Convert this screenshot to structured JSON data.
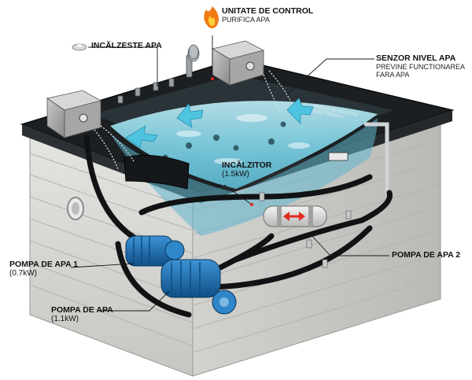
{
  "labels": {
    "control_unit": {
      "title": "UNITATE DE CONTROL",
      "subtitle": "PURIFICA APA"
    },
    "heater_water": {
      "title": "INCĂLZESTE APA"
    },
    "level_sensor": {
      "title": "SENZOR NIVEL APA",
      "line1": "PREVINE FUNCTIONAREA",
      "line2": "FARA APA"
    },
    "panel": {
      "line1": "PANOU DE CONTROL",
      "line2": "ELECTRONICA"
    },
    "heater": {
      "title": "INCĂLZITOR",
      "value": "(1.5kW)"
    },
    "pump1": {
      "title": "POMPA DE APA 1",
      "value": "(0.7kW)"
    },
    "pump2": {
      "title": "POMPA DE APA 2"
    },
    "pump3": {
      "title": "POMPA DE APA",
      "value": "(1.1kW)"
    }
  },
  "colors": {
    "water": "#7fd3e6",
    "tub_rim": "#1c1f22",
    "cabinet": "#d9d9d6",
    "pump": "#1b6fb3",
    "heater_arrow": "#e02a1c",
    "flame": "#f07a12"
  }
}
